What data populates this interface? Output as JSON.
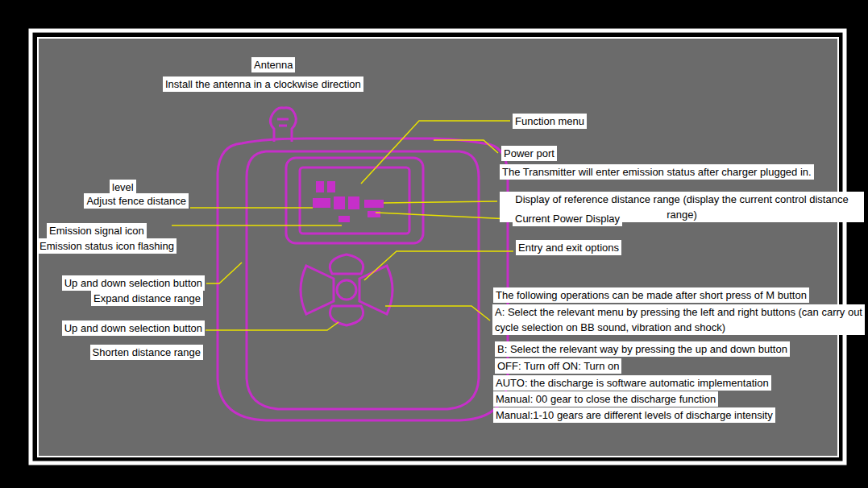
{
  "diagram": {
    "labels": [
      "Antenna",
      "Install the antenna in a clockwise direction",
      "Function menu",
      "Power port",
      "The Transmitter will enter emission status after charger plugged in.",
      "level",
      "Adjust fence distance",
      "Display of reference distance range (display the current control distance range)",
      "Emission signal icon",
      "Current Power Display",
      "Emission status icon flashing",
      "Entry and exit options",
      "Up and down selection button",
      "Expand distance range",
      "The following operations can be made after short press of M button",
      "A: Select the relevant menu by pressing the left and right buttons (can carry out cycle selection on BB sound, vibration and shock)",
      "Up and down selection button",
      "B: Select the relevant way by pressing the up and down button",
      "Shorten distance range",
      "OFF: Turn off ON: Turn on",
      "AUTO: the discharge is software automatic implementation",
      "Manual: 00 gear to close the discharge function",
      "Manual:1-10 gears are different levels of discharge intensity"
    ]
  }
}
